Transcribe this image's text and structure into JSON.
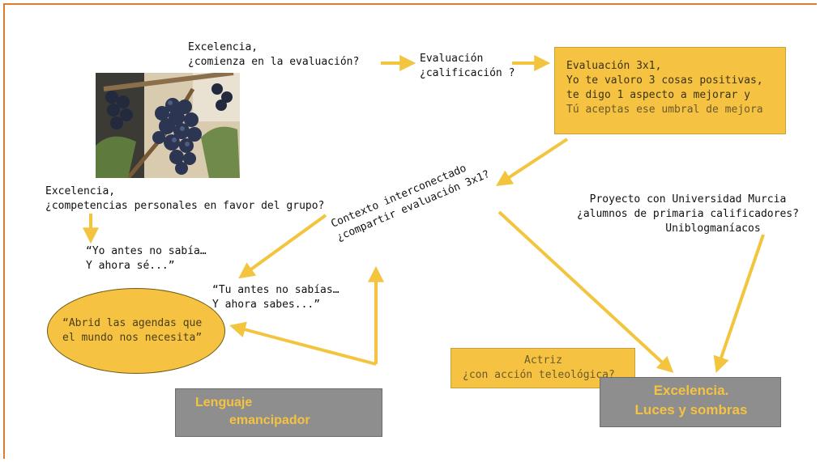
{
  "colors": {
    "accent_yellow": "#f5c242",
    "arrow": "#f3c53f",
    "gray_box": "#8e8e8e",
    "border_orange": "#e07b2a",
    "gray_text": "#f5c242"
  },
  "nodes": {
    "excelencia_evaluacion": [
      "Excelencia,",
      "¿comienza en la evaluación?"
    ],
    "evaluacion_calificacion": [
      "Evaluación",
      "¿calificación ?"
    ],
    "evaluacion_3x1": [
      "Evaluación 3x1,",
      "Yo te valoro 3 cosas positivas,",
      "te digo 1 aspecto a mejorar y",
      "Tú aceptas ese umbral de mejora"
    ],
    "excelencia_competencias": [
      "Excelencia,",
      "¿competencias personales en favor del grupo?"
    ],
    "yo_antes": [
      "“Yo antes no sabía…",
      "Y ahora sé...”"
    ],
    "tu_antes": [
      "“Tu antes no sabías…",
      "Y ahora sabes...”"
    ],
    "abrid_agendas": [
      "“Abrid las agendas que",
      "el mundo nos necesita”"
    ],
    "contexto": [
      "Contexto interconectado",
      "¿compartir evaluación 3x1?"
    ],
    "proyecto": [
      "Proyecto con Universidad Murcia",
      "¿alumnos de primaria calificadores?",
      "Uniblogmaníacos"
    ],
    "actriz": [
      "Actriz",
      "¿con acción teleológica?"
    ],
    "lenguaje": [
      "Lenguaje",
      "emancipador"
    ],
    "excelencia_luces": [
      "Excelencia.",
      "Luces y sombras"
    ]
  },
  "image": {
    "subject": "grapes-on-vine-photo"
  }
}
